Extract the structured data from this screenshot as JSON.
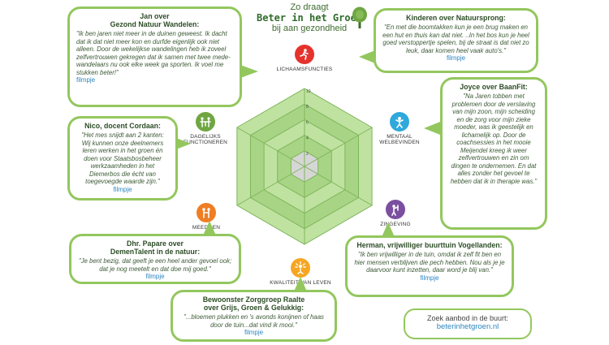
{
  "title": {
    "line1": "Zo draagt",
    "line2": "Beter in het Groen",
    "line3": "bij aan gezondheid"
  },
  "categories": [
    {
      "label": "LICHAAMSFUNCTIES",
      "color": "#e5322d",
      "icon": "running-person-icon"
    },
    {
      "label": "MENTAAL\nWELBEVINDEN",
      "color": "#2fa8dc",
      "icon": "person-thinking-icon"
    },
    {
      "label": "ZINGEVING",
      "color": "#7b4fa0",
      "icon": "person-helping-icon"
    },
    {
      "label": "KWALITEIT VAN LEVEN",
      "color": "#f5a623",
      "icon": "sun-person-icon"
    },
    {
      "label": "MEEDOEN",
      "color": "#ef7d23",
      "icon": "two-people-icon"
    },
    {
      "label": "DAGELIJKS\nFUNCTIONEREN",
      "color": "#6fa642",
      "icon": "people-table-icon"
    }
  ],
  "radar": {
    "scale_max": 10,
    "ticks": [
      "10",
      "8",
      "6",
      "4",
      "2"
    ]
  },
  "bubbles": {
    "jan": {
      "head": "Jan over\nGezond Natuur Wandelen:",
      "quote": "\"Ik ben jaren niet meer in de duinen geweest. Ik dacht dat ik dat niet meer kon en durfde eigenlijk ook niet alleen. Door de wekelijkse wandelingen heb ik zoveel zelfvertrouwen gekregen dat ik samen met twee mede-wandelaars nu ook elke week ga sporten. Ik voel me stukken beter!\"",
      "link": "filmpje"
    },
    "kinderen": {
      "head": "Kinderen over Natuursprong:",
      "quote": "\"En met die boomtakken kun je een brug maken en een hut en thuis kan dat niet. ..In het bos kun je heel goed verstoppertje spelen, bij de straat is dat niet zo leuk, daar komen heel vaak auto's.\"",
      "link": "filmpje"
    },
    "nico": {
      "head": "Nico, docent Cordaan:",
      "quote": "\"Het mes snijdt aan 2 kanten: Wij kunnen onze deelnemers leren werken in het groen én doen voor Staatsbosbeheer werkzaamheden in het Diemerbos die écht van toegevoegde waarde zijn.\"",
      "link": "filmpje"
    },
    "joyce": {
      "head": "Joyce over BaanFit:",
      "quote": "\"Na Jaren tobben met problemen door de verslaving van mijn zoon, mijn scheiding en de zorg voor mijn zieke moeder, was ik geestelijk en lichamelijk op. Door de coachsessies in het mooie Meijendel kreeg ik weer zelfvertrouwen en zin om dingen te ondernemen. En dat alles zonder het gevoel te hebben dat ik in therapie was.\"",
      "link": ""
    },
    "papare": {
      "head": "Dhr. Papare over\nDemenTalent in de natuur:",
      "quote": "\"Je bent bezig, dat geeft je een heel ander gevoel ook; dat je nog meetelt en dat doe mij goed.\"",
      "link": "filmpje"
    },
    "herman": {
      "head": "Herman, vrijwilliger buurttuin Vogellanden:",
      "quote": "\"Ik ben vrijwilliger in de tuin, omdat ik zelf fit ben en hier mensen verblijven die pech hebben. Nou als je je daarvoor kunt inzetten, daar word je blij van.\"",
      "link": "filmpje"
    },
    "raalte": {
      "head": "Bewoonster  Zorggroep Raalte\nover Grijs, Groen & Gelukkig:",
      "quote": "\"...bloemen plukken en 's avonds  konijnen of haas door de tuin...dat vind ik mooi.\"",
      "link": "filmpje"
    }
  },
  "footer": {
    "line1": "Zoek aanbod in de buurt:",
    "site": "beterinhetgroen.nl"
  }
}
